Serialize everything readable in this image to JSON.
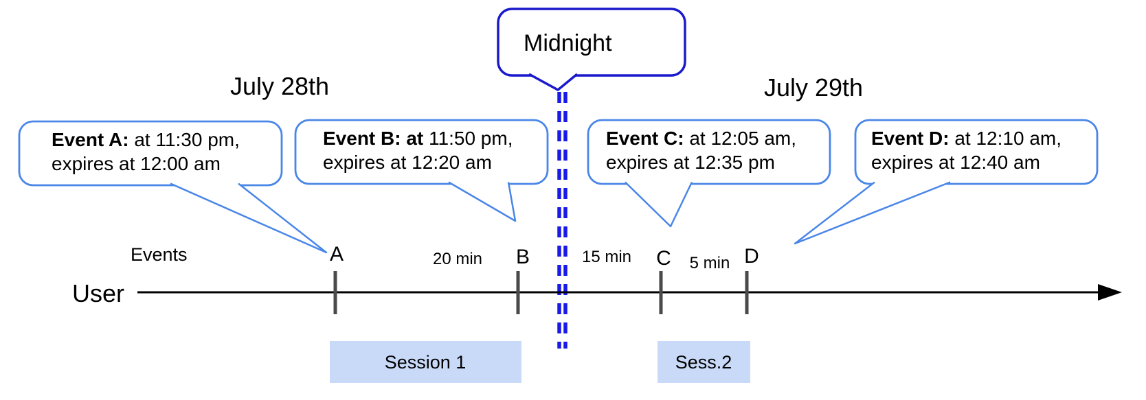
{
  "title_left": "July 28th",
  "title_right": "July 29th",
  "midnight": {
    "label": "Midnight"
  },
  "event_bubbles": [
    {
      "bold": "Event A:",
      "rest": " at 11:30 pm,",
      "line2": "expires at 12:00 am"
    },
    {
      "bold": "Event B: at",
      "rest": " 11:50 pm,",
      "line2": "expires at 12:20 am"
    },
    {
      "bold": "Event C:",
      "rest": " at 12:05 am,",
      "line2": "expires at 12:35 pm"
    },
    {
      "bold": "Event D:",
      "rest": " at 12:10 am,",
      "line2": "expires at 12:40 am"
    }
  ],
  "timeline": {
    "events_label": "Events",
    "user_label": "User",
    "markers": [
      "A",
      "B",
      "C",
      "D"
    ],
    "intervals": [
      "20 min",
      "15 min",
      "5 min"
    ]
  },
  "sessions": [
    {
      "label": "Session 1"
    },
    {
      "label": "Sess.2"
    }
  ],
  "colors": {
    "event_bubble_border": "#4a86e8",
    "midnight_border": "#1a1acc",
    "midnight_dash": "#1a1ae8",
    "session_fill": "#c9daf8",
    "tick": "#4a4a4a",
    "axis": "#000000"
  }
}
